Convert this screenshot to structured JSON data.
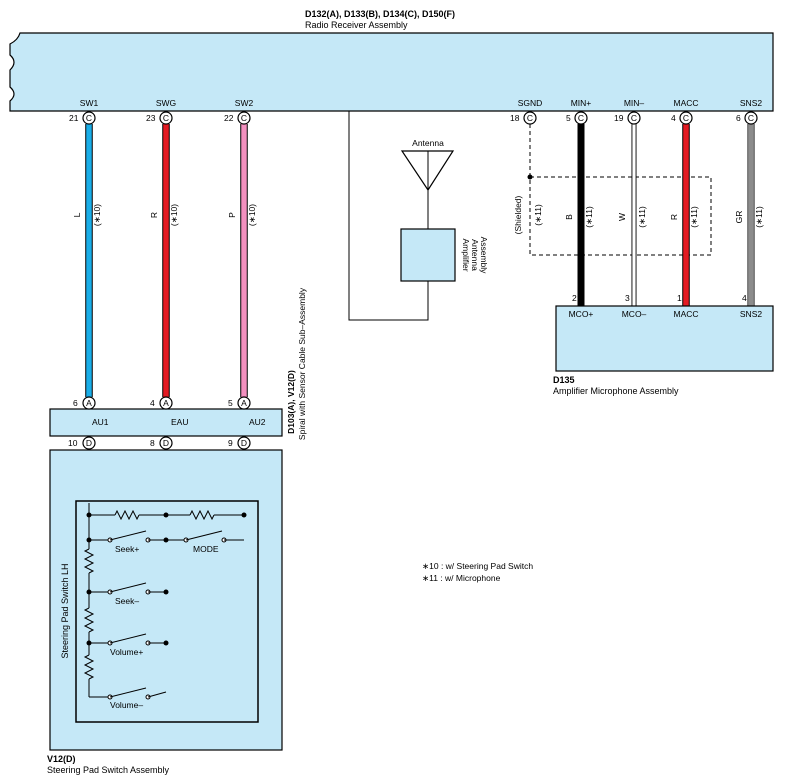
{
  "radio": {
    "codes": "D132(A), D133(B), D134(C), D150(F)",
    "name": "Radio Receiver Assembly",
    "pins": [
      {
        "label": "SW1",
        "num": "21",
        "conn": "C"
      },
      {
        "label": "SWG",
        "num": "23",
        "conn": "C"
      },
      {
        "label": "SW2",
        "num": "22",
        "conn": "C"
      },
      {
        "label": "SGND",
        "num": "18",
        "conn": "C"
      },
      {
        "label": "MIN+",
        "num": "5",
        "conn": "C"
      },
      {
        "label": "MIN–",
        "num": "19",
        "conn": "C"
      },
      {
        "label": "MACC",
        "num": "4",
        "conn": "C"
      },
      {
        "label": "SNS2",
        "num": "6",
        "conn": "C"
      }
    ]
  },
  "wires_left": [
    {
      "color_code": "L",
      "note": "(∗10)",
      "hex": "#1aaee8"
    },
    {
      "color_code": "R",
      "note": "(∗10)",
      "hex": "#e31b23"
    },
    {
      "color_code": "P",
      "note": "(∗10)",
      "hex": "#f390bf"
    }
  ],
  "wires_right": [
    {
      "color_code": "B",
      "note": "(∗11)",
      "hex": "#000000"
    },
    {
      "color_code": "W",
      "note": "(∗11)",
      "hex": "#ffffff"
    },
    {
      "color_code": "R",
      "note": "(∗11)",
      "hex": "#e31b23"
    },
    {
      "color_code": "GR",
      "note": "(∗11)",
      "hex": "#8c8c8c"
    }
  ],
  "shield": {
    "label": "(Shielded)",
    "note": "(∗11)"
  },
  "antenna": {
    "title": "Antenna",
    "amp_line1": "Amplifier",
    "amp_line2": "Antenna",
    "amp_line3": "Assembly"
  },
  "mic": {
    "code": "D135",
    "name": "Amplifier Microphone Assembly",
    "pins": [
      {
        "label": "MCO+",
        "num": "2"
      },
      {
        "label": "MCO–",
        "num": "3"
      },
      {
        "label": "MACC",
        "num": "1"
      },
      {
        "label": "SNS2",
        "num": "4"
      }
    ]
  },
  "spiral": {
    "code": "D103(A), V12(D)",
    "name": "Spiral with Sensor Cable Sub–Assembly",
    "top_pins": [
      {
        "num": "6",
        "conn": "A",
        "label": "AU1"
      },
      {
        "num": "4",
        "conn": "A",
        "label": "EAU"
      },
      {
        "num": "5",
        "conn": "A",
        "label": "AU2"
      }
    ],
    "bottom_pins": [
      {
        "num": "10",
        "conn": "D"
      },
      {
        "num": "8",
        "conn": "D"
      },
      {
        "num": "9",
        "conn": "D"
      }
    ]
  },
  "steering": {
    "code": "V12(D)",
    "name": "Steering Pad Switch Assembly",
    "inner_label": "Steering Pad Switch LH",
    "switches": [
      "Seek+",
      "MODE",
      "Seek–",
      "Volume+",
      "Volume–"
    ]
  },
  "notes": [
    "∗10 : w/ Steering Pad Switch",
    "∗11 : w/ Microphone"
  ]
}
